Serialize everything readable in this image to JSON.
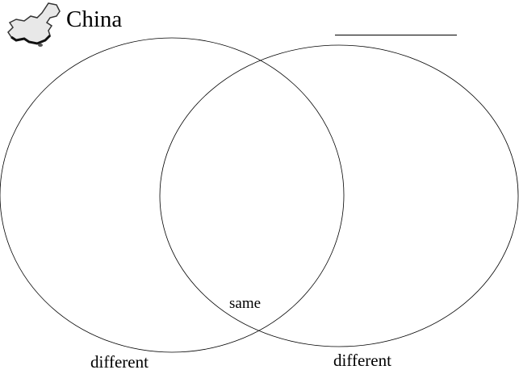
{
  "title": "China",
  "labels": {
    "same": "same",
    "different_left": "different",
    "different_right": "different"
  },
  "icons": {
    "map": "china-map-icon"
  }
}
